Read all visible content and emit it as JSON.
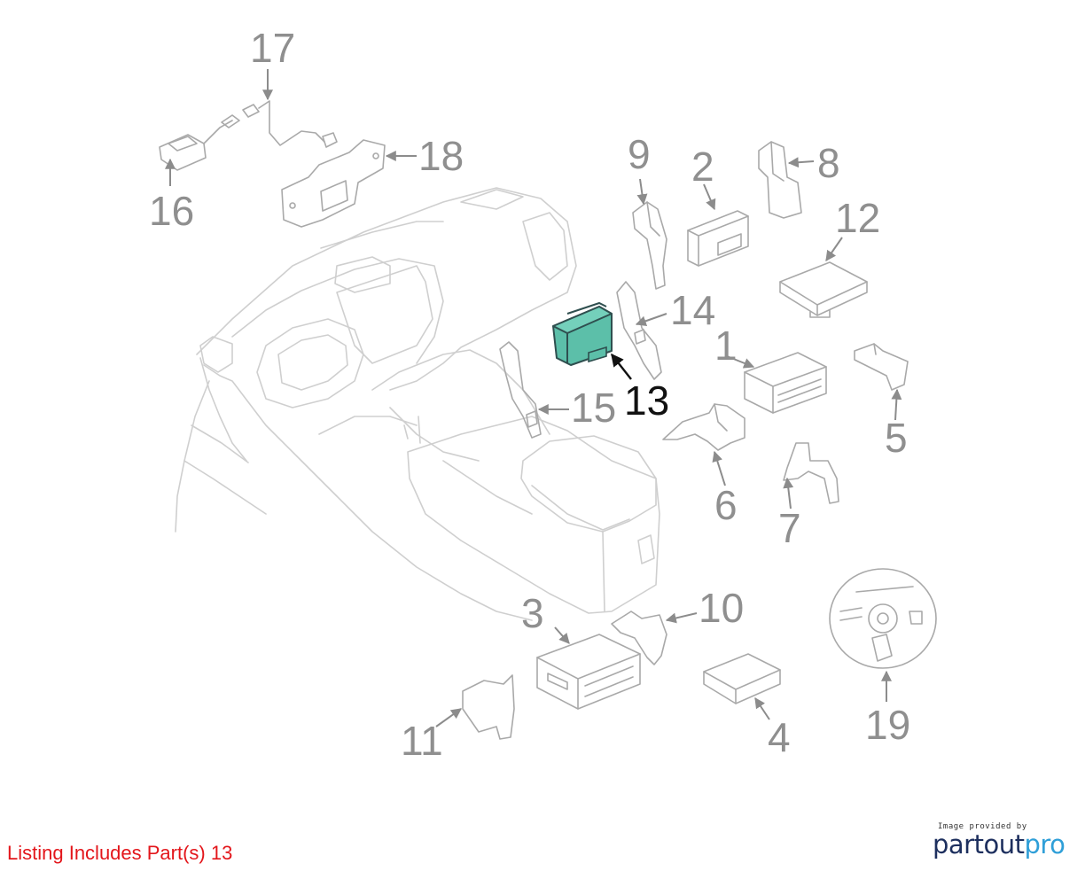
{
  "diagram": {
    "highlight_color": "#5cbfa9",
    "callouts": [
      "1",
      "2",
      "3",
      "4",
      "5",
      "6",
      "7",
      "8",
      "9",
      "10",
      "11",
      "12",
      "13",
      "14",
      "15",
      "16",
      "17",
      "18",
      "19"
    ],
    "highlighted_callout": "13"
  },
  "footer": {
    "listing_text": "Listing Includes Part(s) 13",
    "listing_color": "#e3161b"
  },
  "credit": {
    "provided_by": "Image provided by",
    "brand_part1": "partout",
    "brand_part2": "pro"
  }
}
